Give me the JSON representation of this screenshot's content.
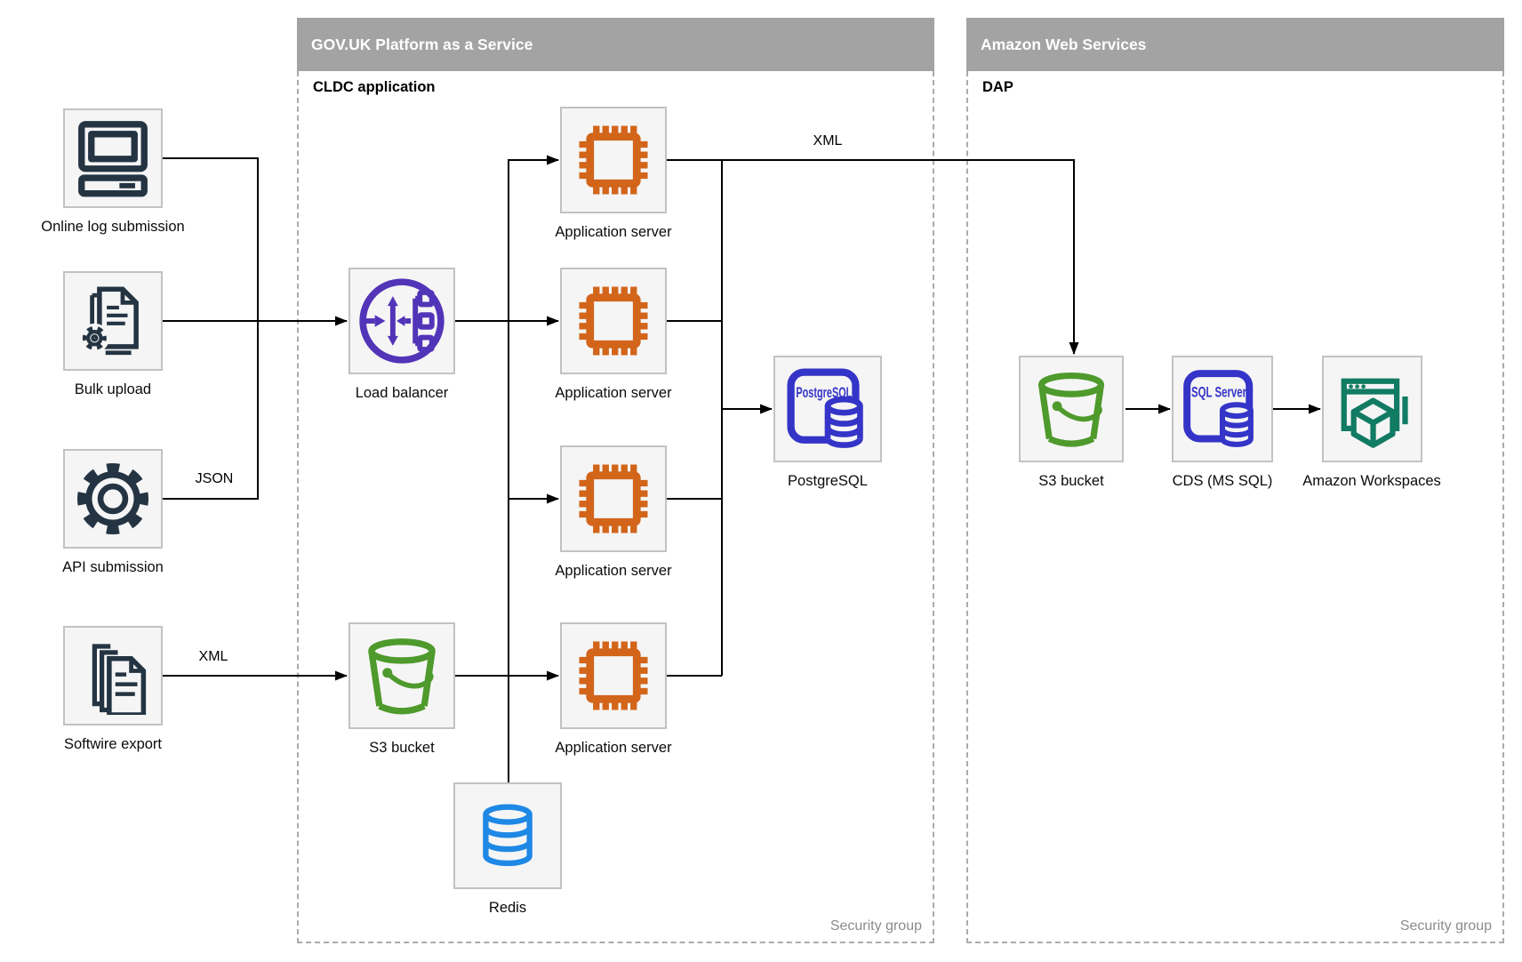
{
  "panels": {
    "paas": {
      "title": "GOV.UK Platform as a Service",
      "sublabel": "CLDC application",
      "footer": "Security group"
    },
    "aws": {
      "title": "Amazon Web Services",
      "sublabel": "DAP",
      "footer": "Security group"
    }
  },
  "nodes": {
    "online_log_submission": {
      "label": "Online log submission",
      "icon": "computer-icon"
    },
    "bulk_upload": {
      "label": "Bulk upload",
      "icon": "document-gear-icon"
    },
    "api_submission": {
      "label": "API submission",
      "icon": "gear-icon"
    },
    "softwire_export": {
      "label": "Softwire export",
      "icon": "stacked-documents-icon"
    },
    "load_balancer": {
      "label": "Load balancer",
      "icon": "load-balancer-icon"
    },
    "app_server_1": {
      "label": "Application server",
      "icon": "processor-chip-icon"
    },
    "app_server_2": {
      "label": "Application server",
      "icon": "processor-chip-icon"
    },
    "app_server_3": {
      "label": "Application server",
      "icon": "processor-chip-icon"
    },
    "app_server_4": {
      "label": "Application server",
      "icon": "processor-chip-icon"
    },
    "postgresql": {
      "label": "PostgreSQL",
      "icon": "postgresql-database-icon",
      "icon_text": "PostgreSQL"
    },
    "s3_bucket_paas": {
      "label": "S3 bucket",
      "icon": "s3-bucket-icon"
    },
    "redis": {
      "label": "Redis",
      "icon": "redis-database-icon"
    },
    "s3_bucket_aws": {
      "label": "S3 bucket",
      "icon": "s3-bucket-icon"
    },
    "cds_ms_sql": {
      "label": "CDS (MS SQL)",
      "icon": "sql-server-database-icon",
      "icon_text": "SQL Server"
    },
    "amazon_workspaces": {
      "label": "Amazon Workspaces",
      "icon": "workspaces-icon"
    }
  },
  "edge_labels": {
    "api_to_app": "JSON",
    "softwire_to_s3": "XML",
    "app_to_aws_s3": "XML"
  },
  "colors": {
    "navy": "#243442",
    "orange": "#D2651A",
    "purple": "#5234B8",
    "indigo": "#3434C8",
    "green": "#4E9A2C",
    "teal": "#117B63",
    "blue": "#1E88E5",
    "line": "#000000",
    "header_bg": "#A3A3A3",
    "header_text": "#FFFFFF",
    "box_fill": "#F5F5F5",
    "box_border": "#C2C2C2",
    "dashed_border": "#ABABAB",
    "muted_text": "#8C8C8C"
  }
}
